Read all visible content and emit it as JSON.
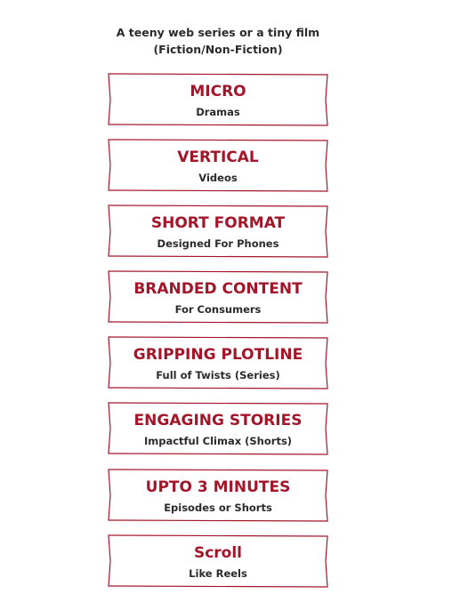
{
  "intro": {
    "line1": "A teeny web series or a tiny film",
    "line2": "(Fiction/Non-Fiction)"
  },
  "colors": {
    "accent": "#a3162a",
    "text": "#2b2b2b",
    "background": "#ffffff"
  },
  "cards": [
    {
      "title": "MICRO",
      "subtitle": "Dramas"
    },
    {
      "title": "VERTICAL",
      "subtitle": "Videos"
    },
    {
      "title": "SHORT FORMAT",
      "subtitle": "Designed For Phones"
    },
    {
      "title": "BRANDED CONTENT",
      "subtitle": "For Consumers"
    },
    {
      "title": "GRIPPING PLOTLINE",
      "subtitle": "Full of Twists (Series)"
    },
    {
      "title": "ENGAGING STORIES",
      "subtitle": "Impactful Climax (Shorts)"
    },
    {
      "title": "UPTO 3 MINUTES",
      "subtitle": "Episodes or Shorts"
    },
    {
      "title": "Scroll",
      "subtitle": "Like Reels"
    }
  ]
}
